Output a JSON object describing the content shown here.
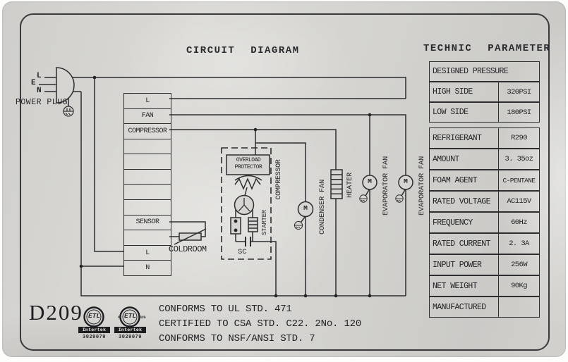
{
  "label": {
    "title": "CIRCUIT DIAGRAM",
    "model": "D209"
  },
  "plug": {
    "name": "POWER PLUG",
    "pins": {
      "l": "L",
      "e": "E",
      "n": "N"
    }
  },
  "terminal_block": {
    "rows": [
      "L",
      "FAN",
      "COMPRESSOR",
      "",
      "",
      "",
      "",
      "",
      "SENSOR",
      "",
      "L",
      "N"
    ]
  },
  "components": {
    "overload_protector_line1": "OVERLOAD",
    "overload_protector_line2": "PROTECTOR",
    "compressor": "COMPRESSOR",
    "starter": "STARTER",
    "start_capacitor": "SC",
    "coldroom_sensor": "COLDROOM",
    "condenser_fan": "CONDENSER FAN",
    "heater": "HEATER",
    "evaporator_fan_1": "EVAPORATOR FAN",
    "evaporator_fan_2": "EVAPORATOR FAN",
    "motor_symbol": "M"
  },
  "technic_parameter": {
    "title": "TECHNIC PARAMETER",
    "rows": [
      {
        "label": "DESIGNED PRESSURE",
        "value": ""
      },
      {
        "label": "HIGH SIDE",
        "value": "320PSI"
      },
      {
        "label": "LOW SIDE",
        "value": "180PSI"
      },
      {
        "label": "REFRIGERANT",
        "value": "R290"
      },
      {
        "label": "AMOUNT",
        "value": "3. 35oz"
      },
      {
        "label": "FOAM AGENT",
        "value": "C-PENTANE"
      },
      {
        "label": "RATED VOLTAGE",
        "value": "AC115V"
      },
      {
        "label": "FREQUENCY",
        "value": "60Hz"
      },
      {
        "label": "RATED CURRENT",
        "value": "2. 3A"
      },
      {
        "label": "INPUT POWER",
        "value": "256W"
      },
      {
        "label": "NET WEIGHT",
        "value": "90Kg"
      },
      {
        "label": "MANUFACTURED",
        "value": ""
      }
    ]
  },
  "certifications": {
    "lines": [
      "CONFORMS TO UL STD. 471",
      "CERTIFIED TO CSA STD. C22. 2No. 120",
      "CONFORMS TO NSF/ANSI STD. 7"
    ],
    "etl_left": {
      "mark": "ETL",
      "company": "Intertek",
      "number": "3029079"
    },
    "etl_right": {
      "mark": "ETL",
      "company": "Intertek",
      "number": "3029079",
      "prefix": "c",
      "suffix": "us"
    }
  }
}
